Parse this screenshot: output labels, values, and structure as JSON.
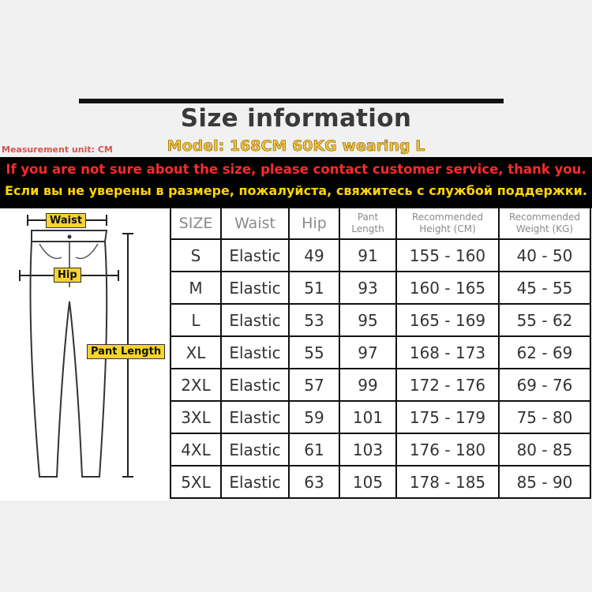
{
  "header": {
    "title": "Size information",
    "unit_note": "Measurement unit: CM",
    "model_line": "Model:  168CM  60KG wearing L"
  },
  "banner": {
    "english": "If you are not sure about the size, please contact customer service, thank you.",
    "russian": "Если вы не уверены в размере, пожалуйста, свяжитесь с службой поддержки."
  },
  "diagram": {
    "waist_label": "Waist",
    "hip_label": "Hip",
    "length_label": "Pant Length"
  },
  "table": {
    "headers": {
      "size": "SIZE",
      "waist": "Waist",
      "hip": "Hip",
      "length_1": "Pant",
      "length_2": "Length",
      "height_1": "Recommended",
      "height_2": "Height (CM)",
      "weight_1": "Recommended",
      "weight_2": "Weight (KG)"
    },
    "rows": [
      [
        "S",
        "Elastic",
        "49",
        "91",
        "155 - 160",
        "40 - 50"
      ],
      [
        "M",
        "Elastic",
        "51",
        "93",
        "160 - 165",
        "45 - 55"
      ],
      [
        "L",
        "Elastic",
        "53",
        "95",
        "165 - 169",
        "55 - 62"
      ],
      [
        "XL",
        "Elastic",
        "55",
        "97",
        "168 - 173",
        "62 - 69"
      ],
      [
        "2XL",
        "Elastic",
        "57",
        "99",
        "172 - 176",
        "69 - 76"
      ],
      [
        "3XL",
        "Elastic",
        "59",
        "101",
        "175 - 179",
        "75 - 80"
      ],
      [
        "4XL",
        "Elastic",
        "61",
        "103",
        "176 - 180",
        "80 - 85"
      ],
      [
        "5XL",
        "Elastic",
        "63",
        "105",
        "178 - 185",
        "85 - 90"
      ]
    ]
  },
  "colors": {
    "unit_red": "#d9534f",
    "banner_red": "#ff2a2a",
    "banner_yellow": "#ffd700",
    "tag_yellow": "#f5d430"
  }
}
